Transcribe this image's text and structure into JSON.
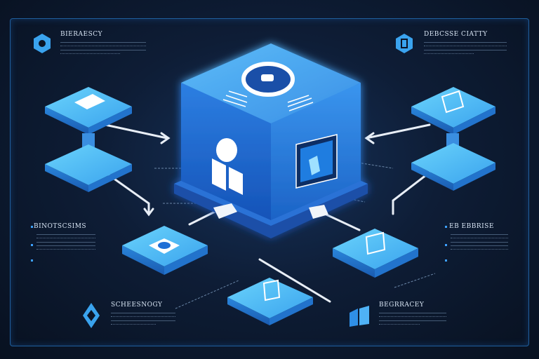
{
  "labels": {
    "top_left": "BIERAESCY",
    "top_right": "DEBCSSE CIATTY",
    "mid_left": "BINOTSCSIMS",
    "mid_right": "EB EBBRISE",
    "bottom_left": "SCHEESNOGY",
    "bottom_right": "BEGRRACEY"
  },
  "colors": {
    "background": "#0b1426",
    "cube_top": "#4ba8f0",
    "cube_left": "#1f6fd6",
    "cube_right": "#2b86e6",
    "tile_top": "#4fc0f5",
    "accent": "#3da0ff",
    "frame": "#1f5f9e"
  },
  "icons": [
    "hexagon-icon",
    "hexagon-icon",
    "diamond-icon",
    "window-icon",
    "camera-icon",
    "screen-icon",
    "card-icon",
    "chip-icon",
    "monitor-icon",
    "server-icon"
  ]
}
